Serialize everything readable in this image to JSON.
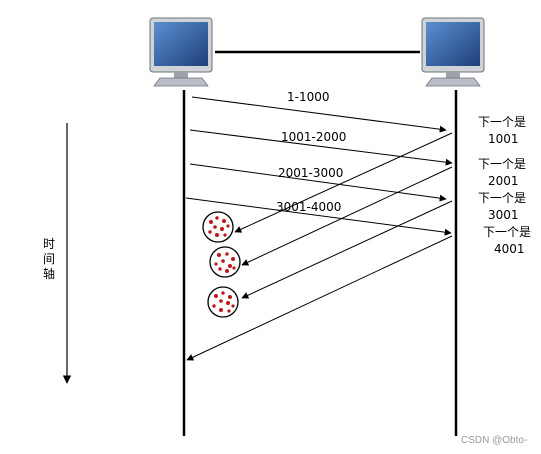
{
  "segments": [
    {
      "label": "1-1000"
    },
    {
      "label": "1001-2000"
    },
    {
      "label": "2001-3000"
    },
    {
      "label": "3001-4000"
    }
  ],
  "acks": [
    {
      "line1": "下一个是",
      "line2": "1001"
    },
    {
      "line1": "下一个是",
      "line2": "2001"
    },
    {
      "line1": "下一个是",
      "line2": "3001"
    },
    {
      "line1": "下一个是",
      "line2": "4001"
    }
  ],
  "time_axis": {
    "chars": [
      "时",
      "间",
      "轴"
    ]
  },
  "watermark": "CSDN @Obto-",
  "colors": {
    "screen": "#2f5f9f",
    "monitor_body": "#b9bec6",
    "lost_packet_dots": "#c0161a"
  },
  "icons": [
    "computer-icon",
    "lost-packet-icon"
  ]
}
